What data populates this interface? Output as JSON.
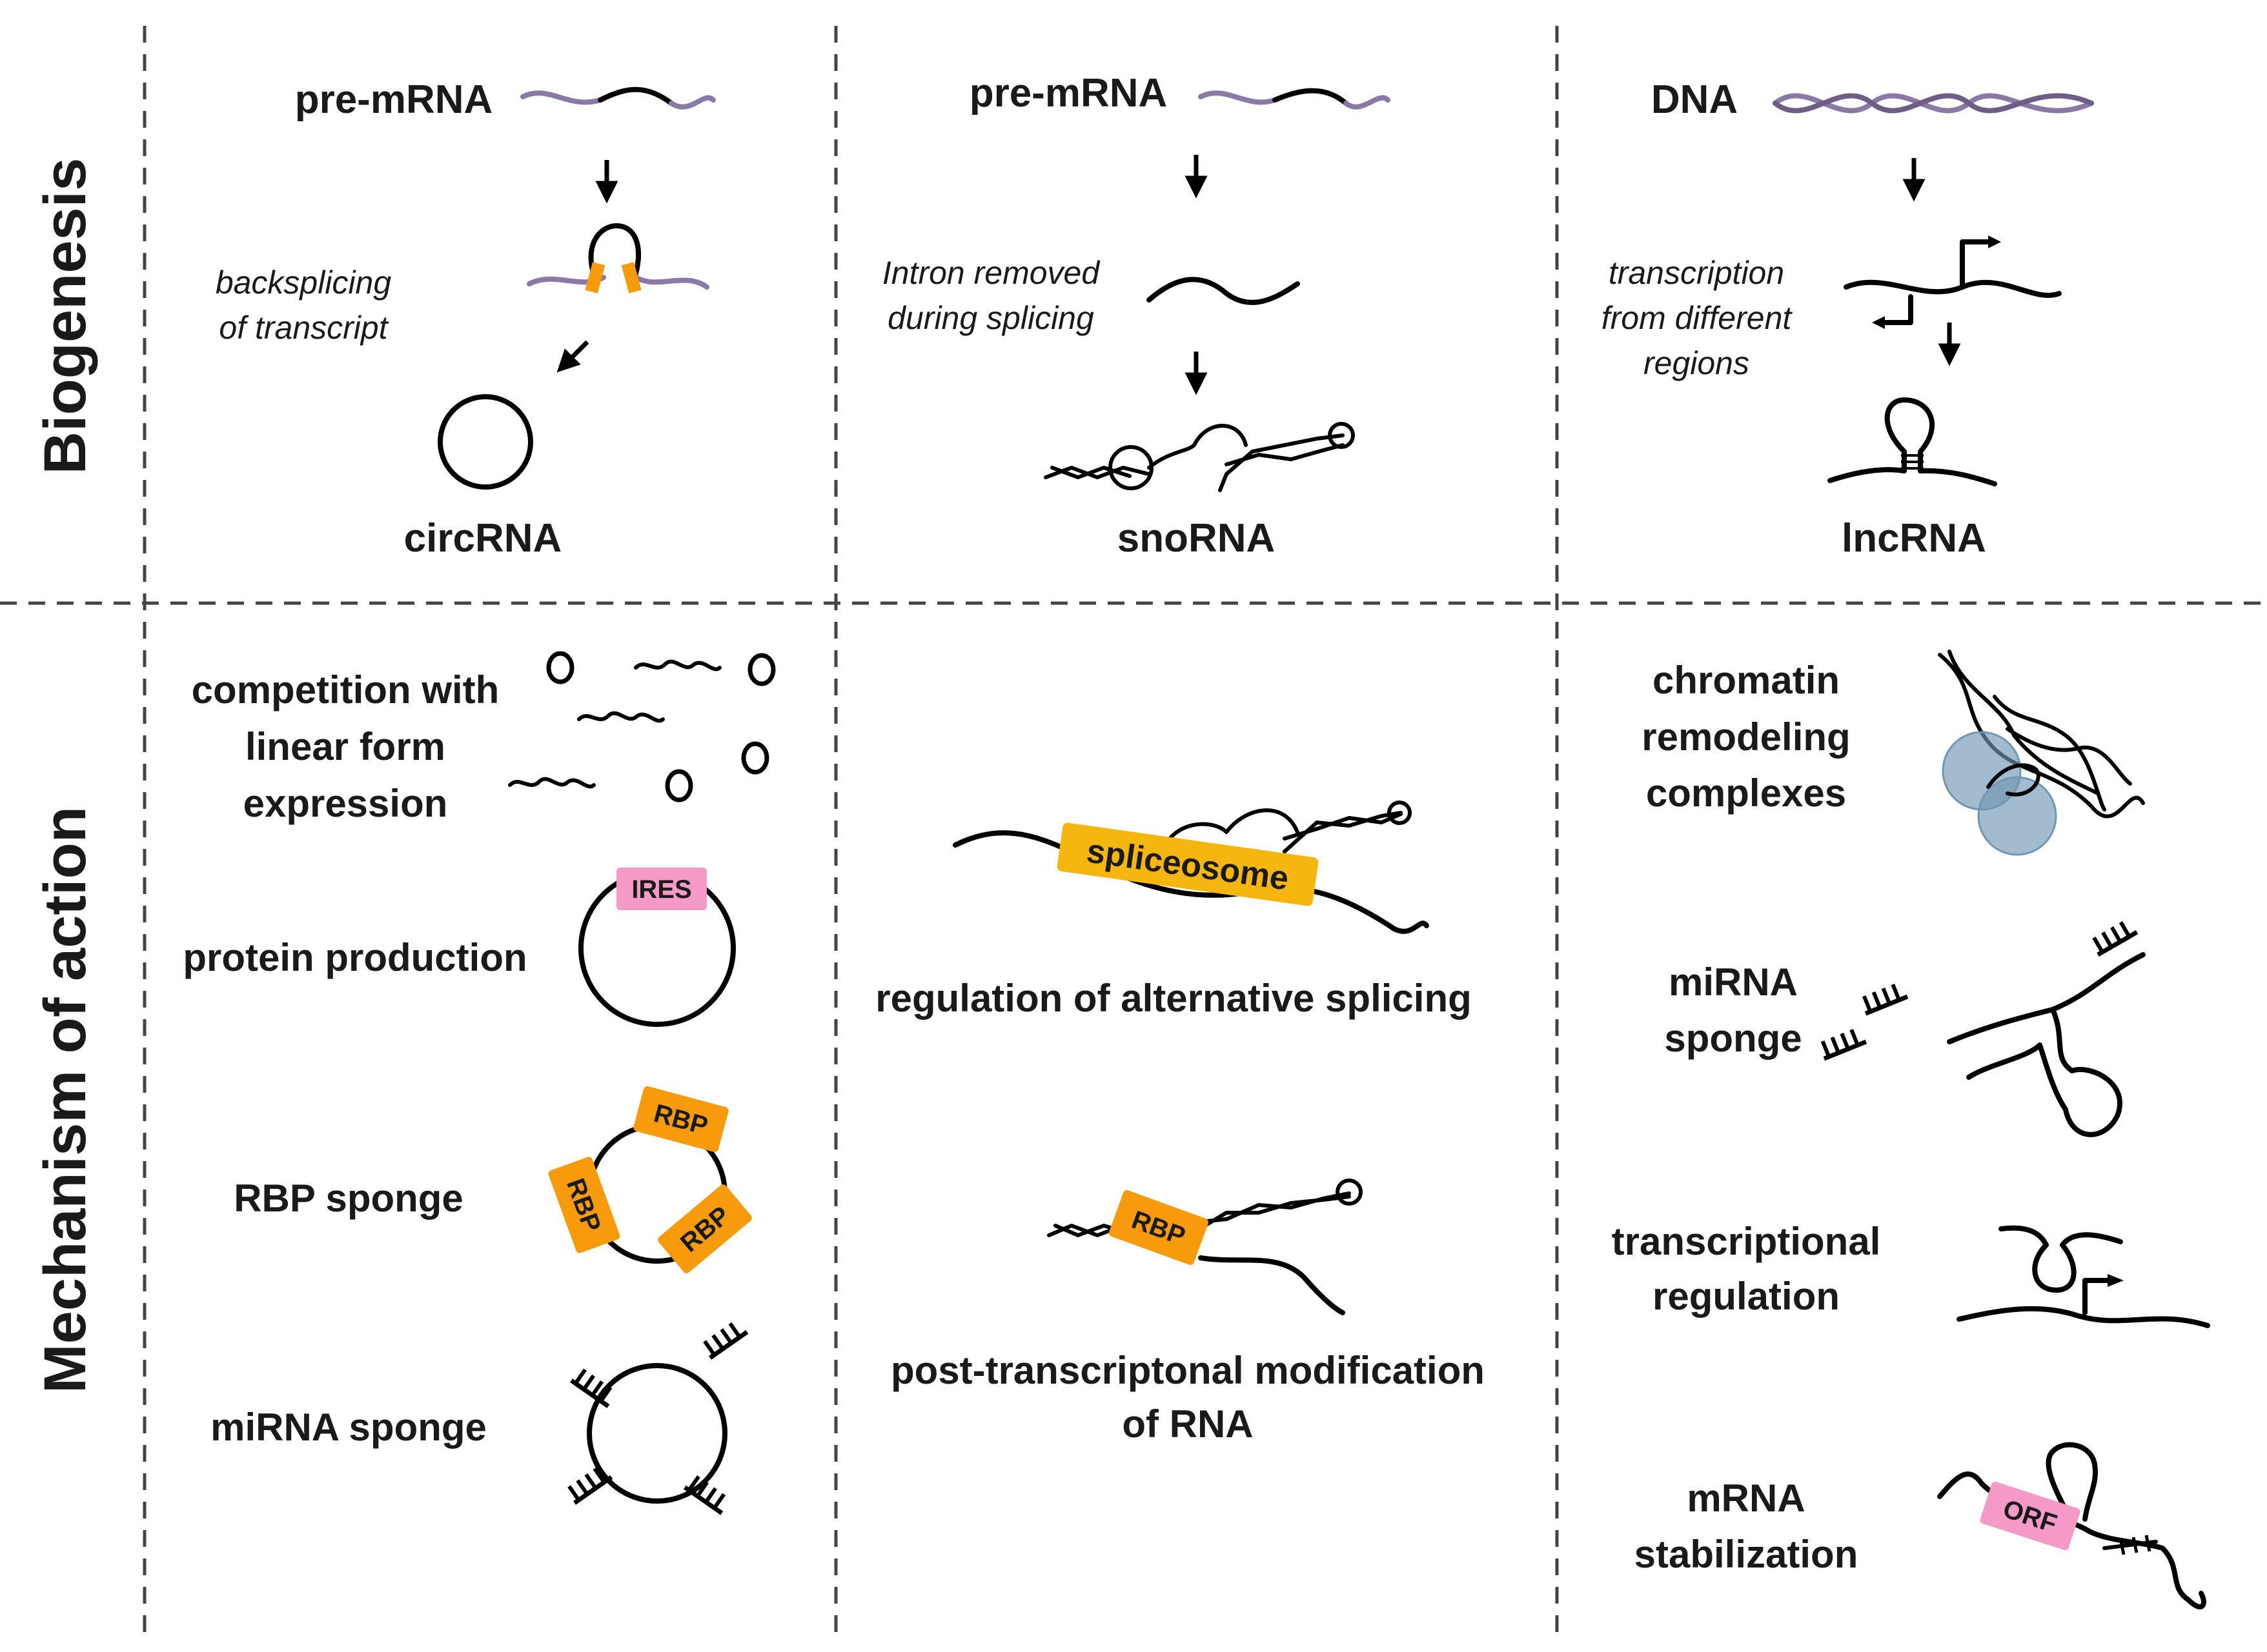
{
  "rows": {
    "biogenesis": "Biogenesis",
    "mechanism": "Mechanism of action"
  },
  "biogenesis": {
    "circ": {
      "source": "pre-mRNA",
      "step_line1": "backsplicing",
      "step_line2": "of transcript",
      "product": "circRNA"
    },
    "sno": {
      "source": "pre-mRNA",
      "step_line1": "Intron removed",
      "step_line2": "during splicing",
      "product": "snoRNA"
    },
    "lnc": {
      "source": "DNA",
      "step_line1": "transcription",
      "step_line2": "from  different",
      "step_line3": "regions",
      "product": "lncRNA"
    }
  },
  "mechanism": {
    "circ": {
      "competition_line1": "competition with",
      "competition_line2": "linear form",
      "competition_line3": "expression",
      "protein": "protein production",
      "ires": "IRES",
      "rbp_sponge": "RBP sponge",
      "rbp": "RBP",
      "mirna_sponge": "miRNA sponge"
    },
    "sno": {
      "spliceosome": "spliceosome",
      "alt_splicing": "regulation of alternative splicing",
      "rbp": "RBP",
      "post_line1": "post-transcriptonal modification",
      "post_line2": "of RNA"
    },
    "lnc": {
      "chromatin_line1": "chromatin",
      "chromatin_line2": "remodeling",
      "chromatin_line3": "complexes",
      "mirna_line1": "miRNA",
      "mirna_line2": "sponge",
      "transc_line1": "transcriptional",
      "transc_line2": "regulation",
      "mrna_line1": "mRNA",
      "mrna_line2": "stabilization",
      "orf": "ORF"
    }
  },
  "colors": {
    "rbp_orange": "#f79a0c",
    "spliceosome_yellow": "#f5b70f",
    "pink": "#f59ac6",
    "purple_strand": "#8a78a6",
    "complex_blue": "#7196b4"
  }
}
